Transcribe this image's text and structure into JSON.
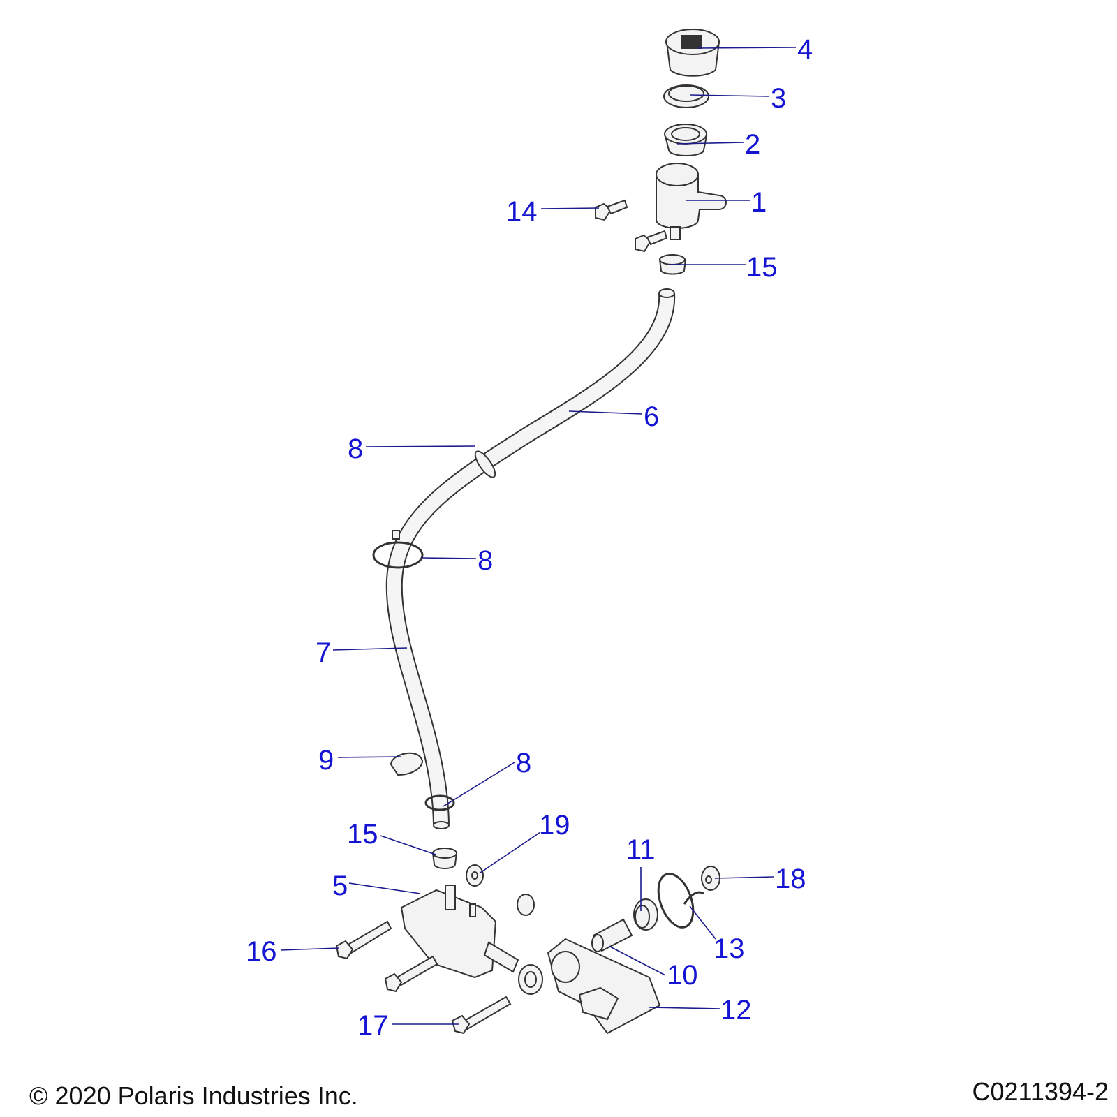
{
  "diagram": {
    "callouts": [
      "4",
      "3",
      "2",
      "1",
      "14",
      "15",
      "6",
      "8",
      "8",
      "7",
      "9",
      "8",
      "15",
      "19",
      "11",
      "18",
      "5",
      "13",
      "16",
      "10",
      "12",
      "17"
    ]
  },
  "footer": {
    "copyright": "© 2020 Polaris Industries Inc.",
    "drawing_id": "C0211394-2"
  },
  "colors": {
    "callout": "#1414d2",
    "leader": "#1a1a8c"
  }
}
